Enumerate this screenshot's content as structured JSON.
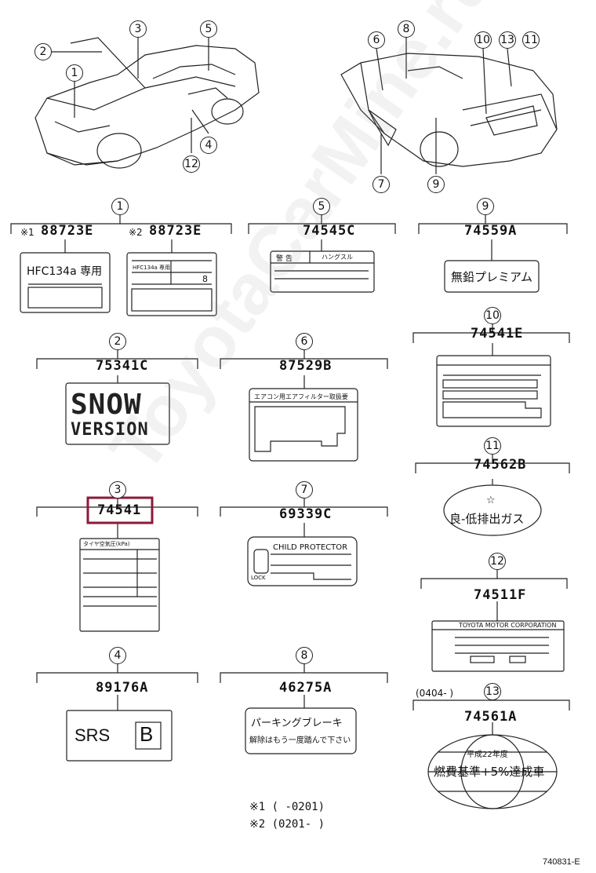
{
  "callouts": {
    "c1": "1",
    "c2": "2",
    "c3": "3",
    "c4": "4",
    "c5": "5",
    "c6": "6",
    "c7": "7",
    "c8": "8",
    "c9": "9",
    "c10": "10",
    "c11": "11",
    "c12": "12",
    "c13": "13"
  },
  "parts": {
    "p1a": {
      "prefix": "※1",
      "number": "88723E",
      "text": "HFC134a 専用"
    },
    "p1b": {
      "prefix": "※2",
      "number": "88723E",
      "text": "HFC134a 専用",
      "value": "8"
    },
    "p2": {
      "number": "75341C",
      "line1": "SNOW",
      "line2": "VERSION"
    },
    "p3": {
      "number": "74541",
      "text": "タイヤ空気圧(kPa)"
    },
    "p4": {
      "number": "89176A",
      "text": "SRS",
      "box": "B"
    },
    "p5": {
      "number": "74545C",
      "text1": "警 告",
      "text2": "ハングスル"
    },
    "p6": {
      "number": "87529B",
      "text": "エアコン用エアフィルター取扱要"
    },
    "p7": {
      "number": "69339C",
      "text": "CHILD PROTECTOR",
      "lock": "LOCK"
    },
    "p8": {
      "number": "46275A",
      "line1": "パーキングブレーキ",
      "line2": "解除はもう一度踏んで下さい"
    },
    "p9": {
      "number": "74559A",
      "text": "無鉛プレミアム"
    },
    "p10": {
      "number": "74541E"
    },
    "p11": {
      "number": "74562B",
      "text": "良-低排出ガス"
    },
    "p12": {
      "number": "74511F",
      "text": "TOYOTA MOTOR CORPORATION"
    },
    "p13": {
      "number": "74561A",
      "range": "(0404-   )",
      "line1": "平成22年度",
      "line2": "燃費基準+5%達成車"
    }
  },
  "footnotes": {
    "n1": "※1  (      -0201)",
    "n2": "※2  (0201-      )"
  },
  "diagram_id": "740831-E",
  "watermark": "ToyotaCarMine.ru",
  "highlight_color": "#8B1A3A"
}
